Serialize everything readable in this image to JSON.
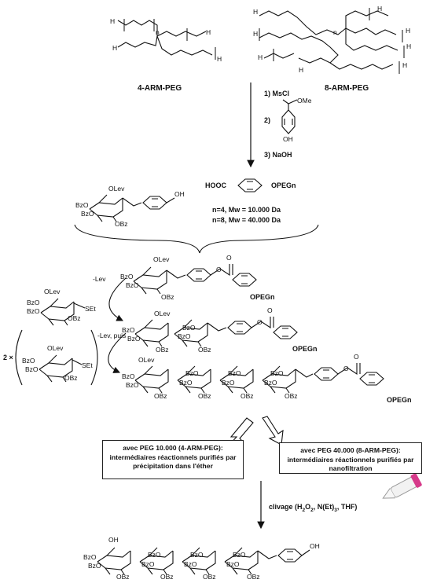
{
  "star_polymers": {
    "four_arm": {
      "label": "4-ARM-PEG",
      "end_groups": [
        "H",
        "H",
        "H",
        "H"
      ],
      "repeat": "n"
    },
    "eight_arm": {
      "label": "8-ARM-PEG",
      "end_groups": [
        "H",
        "H",
        "H",
        "H",
        "H",
        "H",
        "H",
        "H"
      ],
      "repeat": "n"
    }
  },
  "activation_steps": {
    "step1": "1) MsCl",
    "step2": "2)",
    "step3": "3) NaOH",
    "reagent_ester": "OMe",
    "reagent_oh": "OH"
  },
  "peg_linker": {
    "left_group": "HOOC",
    "right_group": "OPEGn",
    "variant_4arm": "n=4, Mw = 10.000 Da",
    "variant_8arm": "n=8, Mw = 40.000 Da"
  },
  "glycosyl_acceptor": {
    "substituents": [
      "OLev",
      "BzO",
      "BzO",
      "OBz"
    ],
    "aglycone": "OH"
  },
  "steps": {
    "delev": "-Lev",
    "delev_repeat": "-Lev, puis",
    "multiplier": "2 ×"
  },
  "donor": {
    "substituents": [
      "OLev",
      "BzO",
      "BzO",
      "OBz"
    ],
    "leaving_group": "SEt"
  },
  "intermediate_1": {
    "substituents": [
      "OLev",
      "BzO",
      "BzO",
      "OBz"
    ],
    "ester_o": "O",
    "tail": "OPEGn"
  },
  "intermediate_2": {
    "substituents": [
      "OLev",
      "BzO",
      "BzO",
      "OBz",
      "BzO",
      "BzO",
      "OBz"
    ],
    "ester_o": "O",
    "tail": "OPEGn"
  },
  "intermediate_3": {
    "substituents": [
      "OLev",
      "BzO",
      "BzO",
      "OBz",
      "BzO",
      "BzO",
      "OBz",
      "BzO",
      "BzO",
      "OBz",
      "BzO",
      "BzO",
      "OBz"
    ],
    "ester_o": "O",
    "tail": "OPEGn"
  },
  "purification": {
    "left": [
      "avec PEG 10.000 (4-ARM-PEG):",
      "intermédiaires réactionnels purifiés par",
      "précipitation dans l'éther"
    ],
    "right": [
      "avec PEG 40.000 (8-ARM-PEG):",
      "intermédiaires réactionnels purifiés par",
      "nanofiltration"
    ]
  },
  "cleavage": {
    "prefix": "clivage (H",
    "sub1": "2",
    "mid1": "O",
    "sub2": "2",
    "mid2": ", N(Et)",
    "sub3": "3",
    "suffix": ", THF)"
  },
  "final_product": {
    "substituents": [
      "OH",
      "BzO",
      "BzO",
      "OBz",
      "BzO",
      "BzO",
      "OBz",
      "BzO",
      "BzO",
      "OBz",
      "BzO",
      "BzO",
      "OBz"
    ],
    "aglycone": "OH"
  },
  "colors": {
    "ink": "#111111",
    "tube_cap": "#d63a8a"
  }
}
